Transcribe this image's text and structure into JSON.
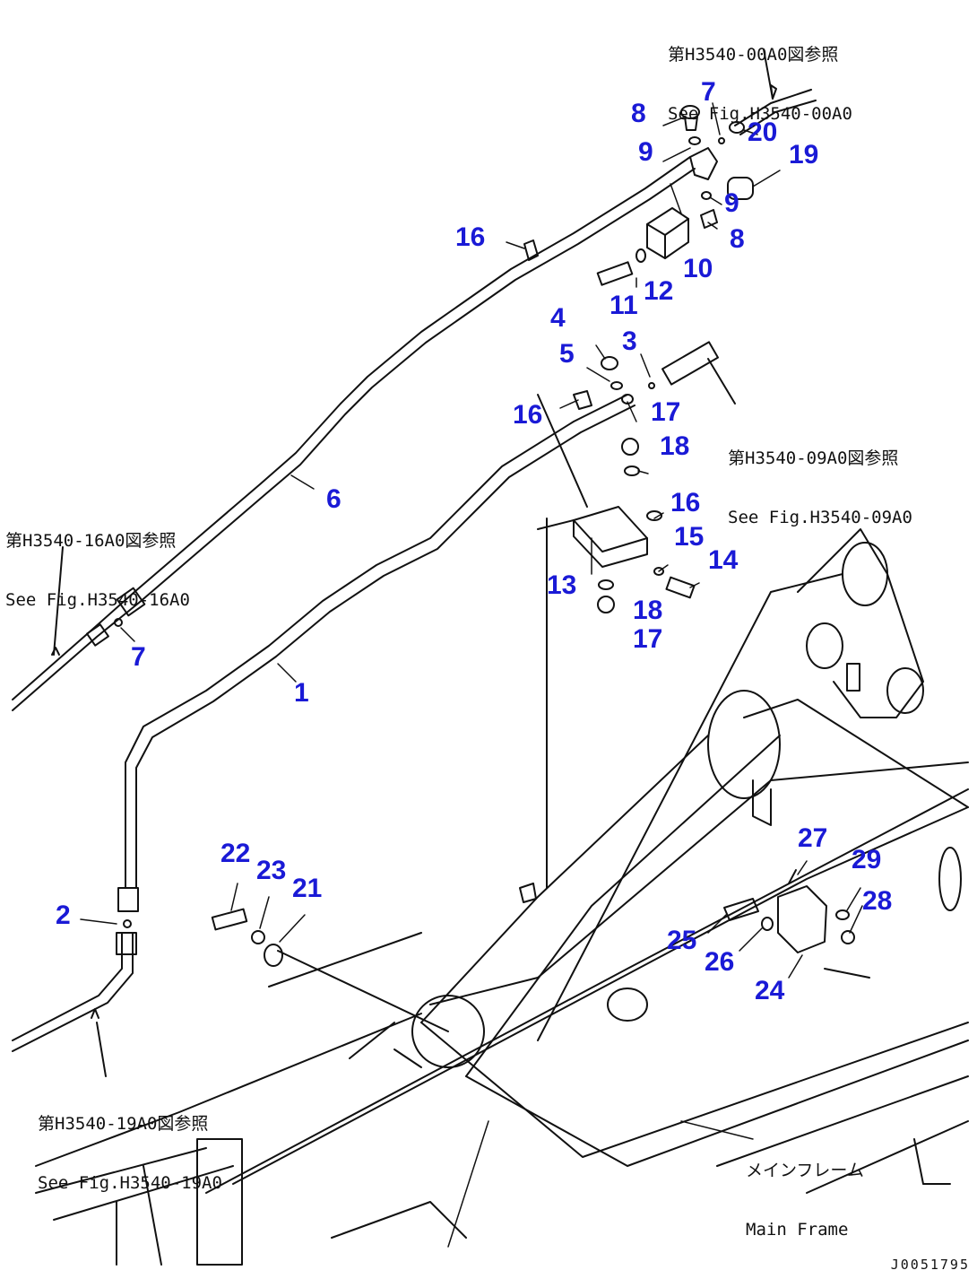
{
  "references": {
    "top": {
      "jp": "第H3540-00A0図参照",
      "en": "See Fig.H3540-00A0"
    },
    "middle_right": {
      "jp": "第H3540-09A0図参照",
      "en": "See Fig.H3540-09A0"
    },
    "left": {
      "jp": "第H3540-16A0図参照",
      "en": "See Fig.H3540-16A0"
    },
    "bottom_left": {
      "jp": "第H3540-19A0図参照",
      "en": "See Fig.H3540-19A0"
    }
  },
  "frame_label": {
    "jp": "メインフレーム",
    "en": "Main Frame"
  },
  "drawing_code": "J0051795",
  "callout_color": "#1a1ad6",
  "callouts": [
    {
      "id": "c1",
      "label": "1"
    },
    {
      "id": "c2",
      "label": "2"
    },
    {
      "id": "c3",
      "label": "3"
    },
    {
      "id": "c4",
      "label": "4"
    },
    {
      "id": "c5",
      "label": "5"
    },
    {
      "id": "c6",
      "label": "6"
    },
    {
      "id": "c7a",
      "label": "7"
    },
    {
      "id": "c7b",
      "label": "7"
    },
    {
      "id": "c8a",
      "label": "8"
    },
    {
      "id": "c8b",
      "label": "8"
    },
    {
      "id": "c9a",
      "label": "9"
    },
    {
      "id": "c9b",
      "label": "9"
    },
    {
      "id": "c10",
      "label": "10"
    },
    {
      "id": "c11",
      "label": "11"
    },
    {
      "id": "c12",
      "label": "12"
    },
    {
      "id": "c13",
      "label": "13"
    },
    {
      "id": "c14",
      "label": "14"
    },
    {
      "id": "c15",
      "label": "15"
    },
    {
      "id": "c16a",
      "label": "16"
    },
    {
      "id": "c16b",
      "label": "16"
    },
    {
      "id": "c16c",
      "label": "16"
    },
    {
      "id": "c17a",
      "label": "17"
    },
    {
      "id": "c17b",
      "label": "17"
    },
    {
      "id": "c18a",
      "label": "18"
    },
    {
      "id": "c18b",
      "label": "18"
    },
    {
      "id": "c19",
      "label": "19"
    },
    {
      "id": "c20",
      "label": "20"
    },
    {
      "id": "c21",
      "label": "21"
    },
    {
      "id": "c22",
      "label": "22"
    },
    {
      "id": "c23",
      "label": "23"
    },
    {
      "id": "c24",
      "label": "24"
    },
    {
      "id": "c25",
      "label": "25"
    },
    {
      "id": "c26",
      "label": "26"
    },
    {
      "id": "c27",
      "label": "27"
    },
    {
      "id": "c28",
      "label": "28"
    },
    {
      "id": "c29",
      "label": "29"
    }
  ]
}
